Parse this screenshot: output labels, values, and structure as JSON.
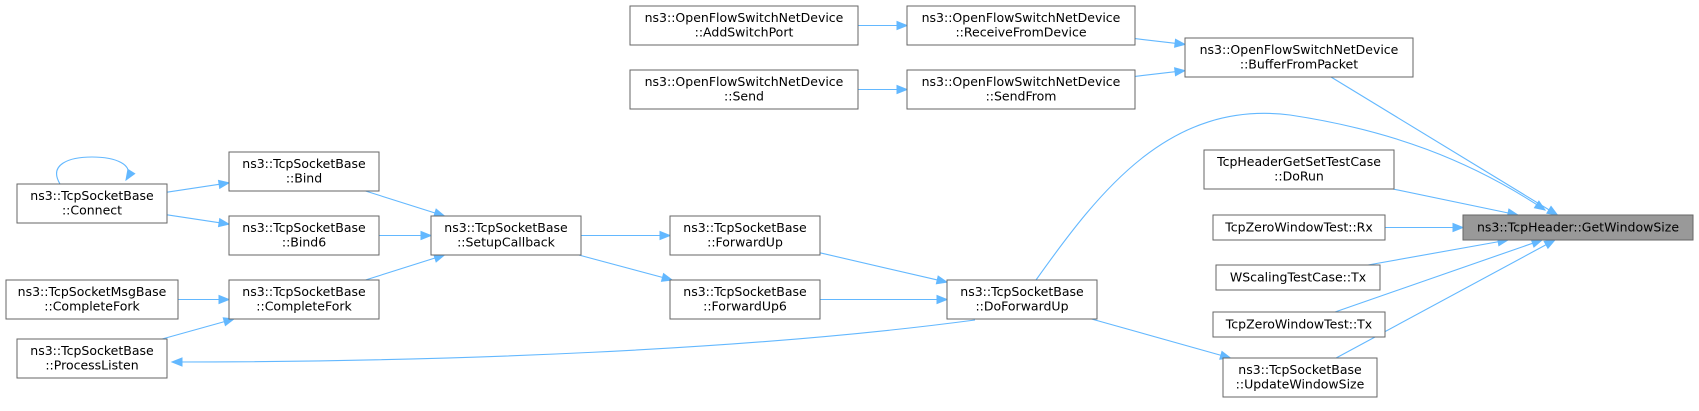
{
  "graph": {
    "colors": {
      "edge": "#63b8ff",
      "node_border": "#666666",
      "root_fill": "#999999"
    },
    "nodes": [
      {
        "id": "root",
        "lines": [
          "ns3::TcpHeader::GetWindowSize"
        ],
        "root": true
      },
      {
        "id": "buffer",
        "lines": [
          "ns3::OpenFlowSwitchNetDevice",
          "::BufferFromPacket"
        ]
      },
      {
        "id": "recvdev",
        "lines": [
          "ns3::OpenFlowSwitchNetDevice",
          "::ReceiveFromDevice"
        ]
      },
      {
        "id": "addport",
        "lines": [
          "ns3::OpenFlowSwitchNetDevice",
          "::AddSwitchPort"
        ]
      },
      {
        "id": "sendfrom",
        "lines": [
          "ns3::OpenFlowSwitchNetDevice",
          "::SendFrom"
        ]
      },
      {
        "id": "send",
        "lines": [
          "ns3::OpenFlowSwitchNetDevice",
          "::Send"
        ]
      },
      {
        "id": "dorun",
        "lines": [
          "TcpHeaderGetSetTestCase",
          "::DoRun"
        ]
      },
      {
        "id": "zwrx",
        "lines": [
          "TcpZeroWindowTest::Rx"
        ]
      },
      {
        "id": "wstx",
        "lines": [
          "WScalingTestCase::Tx"
        ]
      },
      {
        "id": "zwtx",
        "lines": [
          "TcpZeroWindowTest::Tx"
        ]
      },
      {
        "id": "updwin",
        "lines": [
          "ns3::TcpSocketBase",
          "::UpdateWindowSize"
        ]
      },
      {
        "id": "doforward",
        "lines": [
          "ns3::TcpSocketBase",
          "::DoForwardUp"
        ]
      },
      {
        "id": "forwardup",
        "lines": [
          "ns3::TcpSocketBase",
          "::ForwardUp"
        ]
      },
      {
        "id": "forwardup6",
        "lines": [
          "ns3::TcpSocketBase",
          "::ForwardUp6"
        ]
      },
      {
        "id": "setupcb",
        "lines": [
          "ns3::TcpSocketBase",
          "::SetupCallback"
        ]
      },
      {
        "id": "bind",
        "lines": [
          "ns3::TcpSocketBase",
          "::Bind"
        ]
      },
      {
        "id": "bind6",
        "lines": [
          "ns3::TcpSocketBase",
          "::Bind6"
        ]
      },
      {
        "id": "compfork",
        "lines": [
          "ns3::TcpSocketBase",
          "::CompleteFork"
        ]
      },
      {
        "id": "connect",
        "lines": [
          "ns3::TcpSocketBase",
          "::Connect"
        ]
      },
      {
        "id": "msgcompfork",
        "lines": [
          "ns3::TcpSocketMsgBase",
          "::CompleteFork"
        ]
      },
      {
        "id": "proclisten",
        "lines": [
          "ns3::TcpSocketBase",
          "::ProcessListen"
        ]
      }
    ],
    "edges": [
      {
        "from": "buffer",
        "to": "root"
      },
      {
        "from": "recvdev",
        "to": "buffer"
      },
      {
        "from": "addport",
        "to": "recvdev"
      },
      {
        "from": "sendfrom",
        "to": "buffer"
      },
      {
        "from": "send",
        "to": "sendfrom"
      },
      {
        "from": "doforward",
        "to": "root"
      },
      {
        "from": "dorun",
        "to": "root"
      },
      {
        "from": "zwrx",
        "to": "root"
      },
      {
        "from": "wstx",
        "to": "root"
      },
      {
        "from": "zwtx",
        "to": "root"
      },
      {
        "from": "updwin",
        "to": "root"
      },
      {
        "from": "doforward",
        "to": "updwin"
      },
      {
        "from": "forwardup",
        "to": "doforward"
      },
      {
        "from": "forwardup6",
        "to": "doforward"
      },
      {
        "from": "doforward",
        "to": "proclisten"
      },
      {
        "from": "setupcb",
        "to": "forwardup"
      },
      {
        "from": "setupcb",
        "to": "forwardup6"
      },
      {
        "from": "bind",
        "to": "setupcb"
      },
      {
        "from": "bind6",
        "to": "setupcb"
      },
      {
        "from": "compfork",
        "to": "setupcb"
      },
      {
        "from": "connect",
        "to": "bind"
      },
      {
        "from": "connect",
        "to": "bind6"
      },
      {
        "from": "connect",
        "to": "connect"
      },
      {
        "from": "msgcompfork",
        "to": "compfork"
      },
      {
        "from": "proclisten",
        "to": "compfork"
      }
    ]
  }
}
